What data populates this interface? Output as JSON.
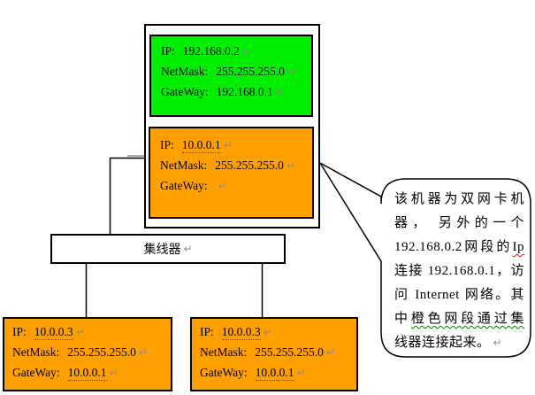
{
  "host": {
    "green_nic": {
      "lines": [
        {
          "label": "IP:",
          "value": "192.168.0.2"
        },
        {
          "label": "NetMask:",
          "value": "255.255.255.0"
        },
        {
          "label": "GateWay:",
          "value": "192.168.0.1"
        }
      ]
    },
    "orange_nic": {
      "lines": [
        {
          "label": "IP:",
          "value": "10.0.0.1"
        },
        {
          "label": "NetMask:",
          "value": "255.255.255.0"
        },
        {
          "label": "GateWay:",
          "value": ""
        }
      ]
    }
  },
  "hub": {
    "label": "集线器"
  },
  "clients": {
    "left": {
      "lines": [
        {
          "label": "IP:",
          "value": "10.0.0.3"
        },
        {
          "label": "NetMask:",
          "value": "255.255.255.0"
        },
        {
          "label": "GateWay:",
          "value": "10.0.0.1"
        }
      ]
    },
    "right": {
      "lines": [
        {
          "label": "IP:",
          "value": "10.0.0.3"
        },
        {
          "label": "NetMask:",
          "value": "255.255.255.0"
        },
        {
          "label": "GateWay:",
          "value": "10.0.0.1"
        }
      ]
    }
  },
  "callout": {
    "lines": [
      {
        "text": "该机器为双网卡机"
      },
      {
        "text": "器， 另外的一个"
      },
      {
        "pre": "192.168.0.2网段的",
        "marked": "Ip"
      },
      {
        "text": "连接 192.168.0.1，访"
      },
      {
        "text": "问 Internet 网络。其"
      },
      {
        "pre": "中",
        "marked": "橙色网段通过集"
      },
      {
        "text": "线器连接起来。"
      }
    ]
  },
  "ui": {
    "return_mark": "↵"
  },
  "colors": {
    "nic_green_bg": "#00EE00",
    "nic_orange_bg": "#FFA000",
    "border": "#000000",
    "spellcheck_red": "#FF0000",
    "grammar_green": "#008000",
    "paragraph_mark": "#8A8A96"
  }
}
